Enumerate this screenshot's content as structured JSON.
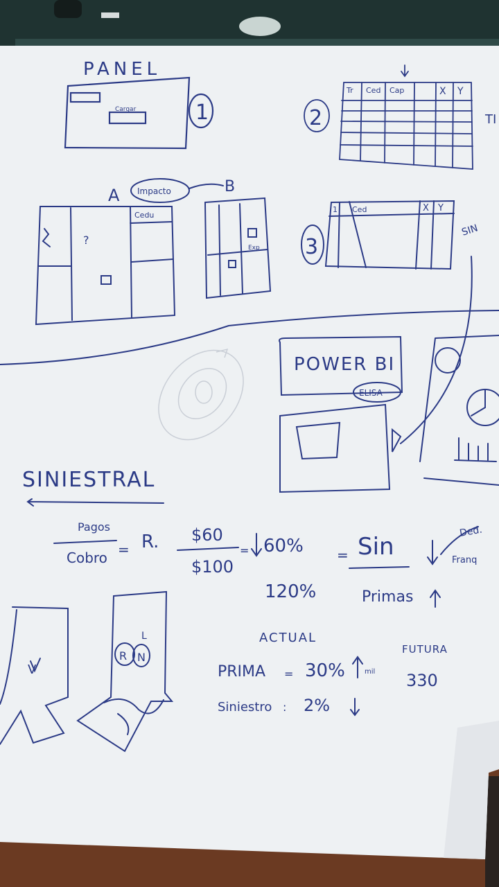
{
  "colors": {
    "paper": "#eef1f3",
    "ink": "#2b3a86",
    "faint_ink": "#c9ced6",
    "board_bar": "#1f3331",
    "floor": "#6b3a22",
    "frame": "#2a2320"
  },
  "icons": [
    "circle-1-icon",
    "circle-2-icon",
    "circle-3-icon",
    "arrow-down-icon",
    "arrow-up-icon",
    "check-mark-icon",
    "pie-chart-icon",
    "bar-chart-icon"
  ],
  "panel": {
    "title": "PANEL",
    "button_label": "Cargar",
    "number": "1"
  },
  "grid2": {
    "number": "2",
    "headers": [
      "Tr",
      "Ced",
      "Cap",
      "X",
      "Y"
    ],
    "side_label": "TI"
  },
  "wire_a": {
    "letter": "A",
    "bubble": "Impacto",
    "cell_label": "Cedu"
  },
  "wire_b": {
    "letter": "B",
    "side_text": "Exp"
  },
  "grid3": {
    "number": "3",
    "headers": [
      "1",
      "Ced",
      "X",
      "Y"
    ],
    "side_label": "SIN"
  },
  "powerbi": {
    "title": "POWER BI",
    "bubble": "ELISA"
  },
  "siniestral": {
    "title": "SINIESTRAL",
    "frac_top": "Pagos",
    "frac_bottom": "Cobro",
    "eq1": "=",
    "r_label": "R.",
    "r_num": "$60",
    "r_den": "$100",
    "eq2": "=",
    "pct_60": "60%",
    "pct_120": "120%",
    "eq3": "=",
    "sin_label": "Sin",
    "deduc_label": "Ded.",
    "franq_label": "Franq",
    "primas_label": "Primas"
  },
  "actual": {
    "title": "ACTUAL",
    "prima_label": "PRIMA",
    "prima_sep": "=",
    "prima_value": "30%",
    "prima_suffix": "mil",
    "siniestro_label": "Siniestro",
    "siniestro_sep": ":",
    "siniestro_value": "2%"
  },
  "futura": {
    "title": "FUTURA",
    "value": "330"
  },
  "sketches": {
    "left_letter": "V",
    "right_letters": [
      "R",
      "N",
      "L"
    ]
  }
}
